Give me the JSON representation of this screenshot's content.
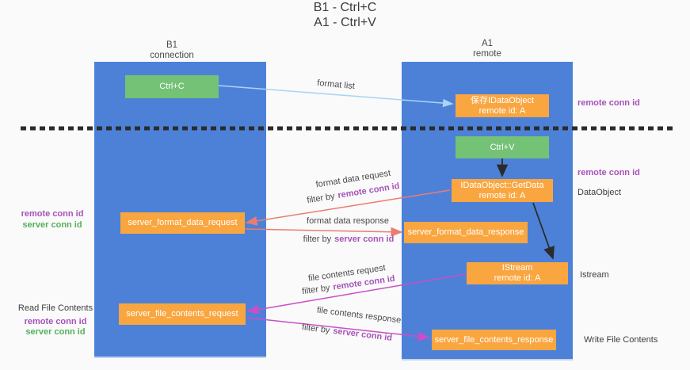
{
  "title": {
    "line1": "B1 - Ctrl+C",
    "line2": "A1 - Ctrl+V"
  },
  "lifelines": {
    "left": {
      "title": "B1",
      "subtitle": "connection"
    },
    "right": {
      "title": "A1",
      "subtitle": "remote"
    }
  },
  "nodes": {
    "ctrl_c": {
      "label": "Ctrl+C"
    },
    "ctrl_v": {
      "label": "Ctrl+V"
    },
    "save_dataobject": {
      "line1": "保存IDataObject",
      "line2": "remote id: A"
    },
    "getdata": {
      "line1": "IDataObject::GetData",
      "line2": "remote id: A"
    },
    "istream": {
      "line1": "IStream",
      "line2": "remote id: A"
    },
    "server_format_data_request": {
      "label": "server_format_data_request"
    },
    "server_format_data_response": {
      "label": "server_format_data_response"
    },
    "server_file_contents_request": {
      "label": "server_file_contents_request"
    },
    "server_file_contents_response": {
      "label": "server_file_contents_response"
    }
  },
  "flow_labels": {
    "format_list": "format list",
    "format_data_request": "format data request",
    "format_data_response": "format data response",
    "file_contents_request": "file contents request",
    "file_contents_response": "file contents response",
    "filter_by": "filter by",
    "remote_conn_id": "remote conn id",
    "server_conn_id": "server conn id"
  },
  "annotations": {
    "remote_conn_id_top_right": "remote conn id",
    "remote_conn_id_mid_right": "remote conn id",
    "dataobject": "DataObject",
    "istream": "Istream",
    "write_file_contents": "Write File Contents",
    "read_file_contents": "Read File Contents",
    "remote_conn_id_left_1": "remote conn id",
    "server_conn_id_left_1": "server conn id",
    "remote_conn_id_left_2": "remote conn id",
    "server_conn_id_left_2": "server conn id"
  },
  "colors": {
    "lifeline_blue": "#4d81d8",
    "node_orange": "#f9a640",
    "node_green": "#74c276",
    "arrow_salmon": "#e87d72",
    "arrow_magenta": "#c94fc9",
    "arrow_lightblue": "#a9d5f2",
    "arrow_black": "#2b2b2b",
    "text_purple": "#a653b8",
    "text_green": "#54b05a"
  }
}
